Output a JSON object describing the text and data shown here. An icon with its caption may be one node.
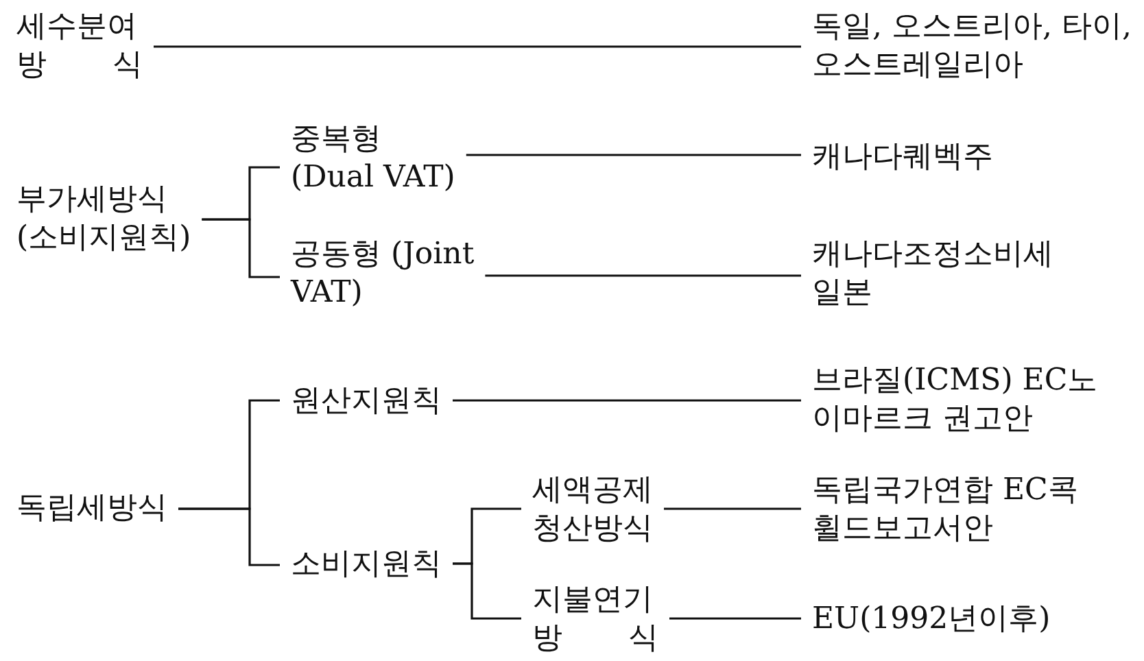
{
  "diagram": {
    "nodes": [
      {
        "text": [
          "세수분여 방 식"
        ]
      },
      {
        "text": [
          "독일, 오스트리아, 타이, 오스트레일리아"
        ]
      },
      {
        "text": [
          "부가세방식 (소비지원칙)"
        ]
      },
      {
        "text": [
          "중복형 (Dual VAT)"
        ]
      },
      {
        "text": [
          "캐나다퀘벡주"
        ]
      },
      {
        "text": [
          "공동형 (Joint VAT)"
        ]
      },
      {
        "text": [
          "캐나다조정소비세 일본"
        ]
      },
      {
        "text": [
          "독립세방식"
        ]
      },
      {
        "text": [
          "원산지원칙"
        ]
      },
      {
        "text": [
          "브라질(ICMS) EC노이마르크 권고안"
        ]
      },
      {
        "text": [
          "소비지원칙"
        ]
      },
      {
        "text": [
          "세액공제 청산방식"
        ]
      },
      {
        "text": [
          "독립국가연합 EC콕휠드보고서안"
        ]
      },
      {
        "text": [
          "지불연기 방 식"
        ]
      },
      {
        "text": [
          "EU(1992년이후)"
        ]
      }
    ],
    "edges": [
      {
        "from": 0,
        "to": 1,
        "arrow": "none"
      },
      {
        "from": 2,
        "to": 3,
        "arrow": "none"
      },
      {
        "from": 2,
        "to": 5,
        "arrow": "none"
      },
      {
        "from": 3,
        "to": 4,
        "arrow": "none"
      },
      {
        "from": 5,
        "to": 6,
        "arrow": "none"
      },
      {
        "from": 7,
        "to": 8,
        "arrow": "none"
      },
      {
        "from": 7,
        "to": 10,
        "arrow": "none"
      },
      {
        "from": 8,
        "to": 9,
        "arrow": "none"
      },
      {
        "from": 10,
        "to": 11,
        "arrow": "none"
      },
      {
        "from": 10,
        "to": 13,
        "arrow": "none"
      },
      {
        "from": 11,
        "to": 12,
        "arrow": "none"
      },
      {
        "from": 13,
        "to": 14,
        "arrow": "none"
      }
    ]
  }
}
